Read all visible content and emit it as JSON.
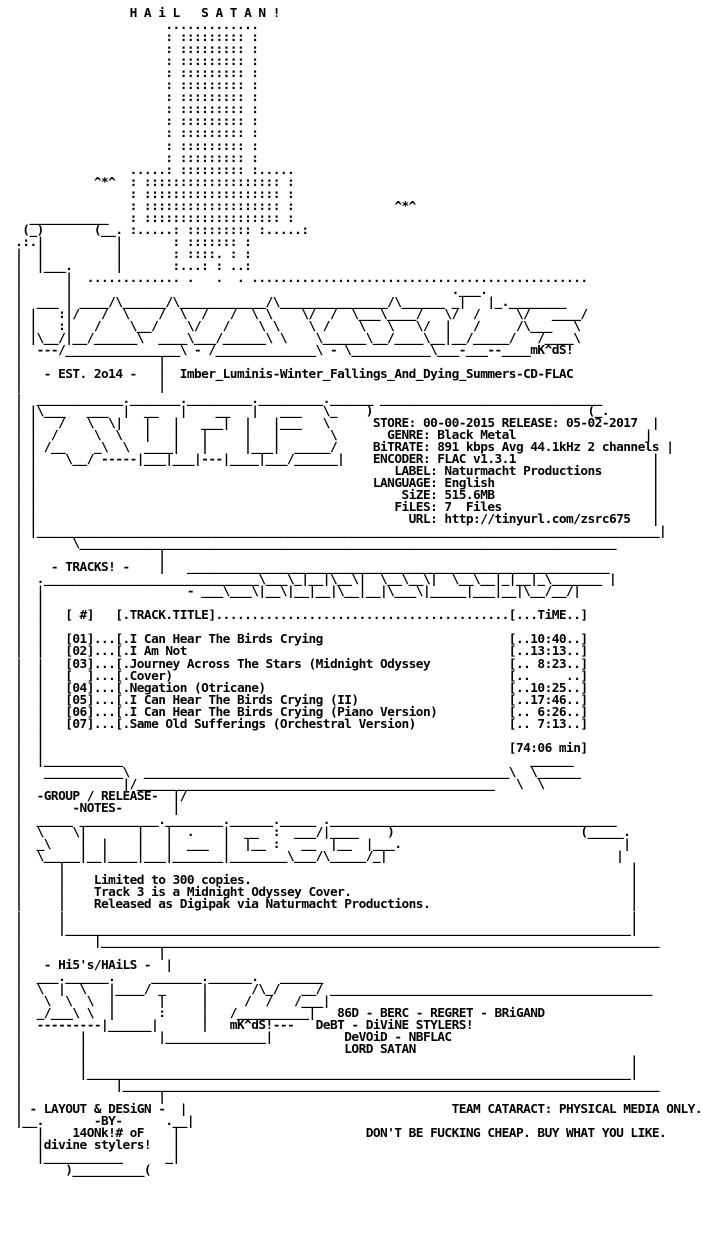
{
  "nfo": {
    "lines": [
      "                 H A i L   S A T A N !",
      "                      .............",
      "                      : ::::::::: :",
      "                      : ::::::::: :",
      "                      : ::::::::: :",
      "                      : ::::::::: :",
      "                      : ::::::::: :",
      "                      : ::::::::: :",
      "                      : ::::::::: :",
      "                      : ::::::::: :",
      "                      : ::::::::: :",
      "                      : ::::::::: :",
      "                      : ::::::::: :",
      "                 .....: ::::::::: :.....",
      "            ^*^  : ::::::::::::::::::: :",
      "                 : ::::::::::::::::::: :",
      "                 : ::::::::::::::::::: :              ^*^",
      "   ___________   : ::::::::::::::::::: :",
      "  (_)       (__. :.....: ::::::::: :.....:",
      " .:.|          |       : ::::::: :",
      " |  |          |       : ::::. : :",
      " |  |___.      |       :...: : ..:",
      " |      |  ............. .   .  . ...............................................",
      " |      |                                                     .___.",
      " |  ___ | ____/\\______/\\____________/\\_______________/\\______ _|   |_.________",
      " | |   :|/   /  \\    /  \\  /   /  \\ \\    \\/  /  \\___\\____/   \\/  /     \\/   ____/",
      " | |   :|   /    \\__/    \\/   /    \\ \\    \\ /    \\   \\   \\/  |   /     /\\___   \\",
      " | |\\__/|__/______\\  ____\\___/______\\ \\    \\______\\__/____\\__|__/_____/   /____\\",
      " |  ---/________________\\ - /______________\\ - \\___________\\___-___--____mK^dS!",
      " |                   |",
      " |   - EST. 2o14 -   |  Imber_Luminis-Winter_Fallings_And_Dying_Summers-CD-FLAC",
      " |                   |",
      " |  ____________._______._________._________.______ _______________________________",
      " | |\\___   ___  |  __   |    __   |   ___   \\_    )                              (_.",
      " | |   /   \\  \\|   |   |   ___|  |   |___   \\      STORE: 00-00-2015 RELEASE: 05-02-2017  |",
      " | |  /     \\  \\   |   |   |     |   |       \\       GENRE: Black Metal                  |",
      " | | /__    _\\  \\  ____|   |     |___|  _____/     BiTRATE: 891 kbps Avg 44.1kHz 2 channels |",
      " | |    \\__/ -----|___|___|---|____|___/______|    ENCODER: FLAC v1.3.1                   |",
      " | |                                                  LABEL: Naturmacht Productions       |",
      " | |                                               LANGUAGE: English                      |",
      " | |                                                   SiZE: 515.6MB                      |",
      " | |                                                  FiLES: 7  Files                     |",
      " | |                                                    URL: http://tinyurl.com/zsrc675   |",
      " | |_______________________________________________________________________________________|",
      " |       \\___________________________________________________________________________",
      " |                   |",
      " |    - TRACKS! -    |   ___________________________________________________________",
      " |  .______________________________\\___\\_|__|\\__\\|  \\__\\__\\|  \\__\\__|_|__|_\\_______ |",
      " |  |                    - ___\\___\\|__\\|__|__|\\__|__|\\___\\|_____|___|__|\\__/__/|",
      " |  |",
      " |  |   [ #]   [.TRACK.TITLE].........................................[...TiME..]",
      " |  |",
      " |  |   [01]...[.I Can Hear The Birds Crying                          [..10:40..]",
      " |  |   [02]...[.I Am Not                                             [..13:13..]",
      " |  |   [03]...[.Journey Across The Stars (Midnight Odyssey           [.. 8:23..]",
      " |  |   [  ]...[.Cover)                                               [..     ..]",
      " |  |   [04]...[.Negation (Otricane)                                  [..10:25..]",
      " |  |   [05]...[.I Can Hear The Birds Crying (II)                     [..17:46..]",
      " |  |   [06]...[.I Can Hear The Birds Crying (Piano Version)          [.. 6:26..]",
      " |  |   [07]...[.Same Old Sufferings (Orchestral Version)             [.. 7:13..]",
      " |  |",
      " |  |                                                                 [74:06 min]",
      " |  |___________                                                         ______",
      " |   ___________\\  ___________________________________________________\\  \\______",
      " |              |/__________________________________________________   \\  \\",
      " |  -GROUP / RELEASE-  |/",
      " |       -NOTES-       |",
      " |  _____ ___________.________.______._____ .________________________________________",
      " |  \\    \\|       |   |  .    |  __  :  ___/|____    )                          (_____.",
      " |  _\\    |  |    |   |  ___  |  |__ :   __  |__  |___.                               |",
      " |  \\_____|__|____|___|_______|________\\___/\\_____/_|                                |",
      " |     |                                                                               |",
      " |     |    Limited to 300 copies.                                                     |",
      " |     |    Track 3 is a Midnight Odyssey Cover.                                       |",
      " |     |    Released as Digipak via Naturmacht Productions.                            |",
      " |     |                                                                               |",
      " |     |_______________________________________________________________________________|",
      " |          |______________________________________________________________________________",
      " |                   |",
      " |   - Hi5's/HAiLS -  |",
      " |  ___.______.     _______.______.   ______",
      " |  \\  |  \\   |____/ _     |      /\\_/   __/ _____________________________________________",
      " |   \\  \\  \\  |      |     |     /  /   /___|",
      " |  _/___\\ \\  |      :     |   /__________|   86D - BERC - REGRET - BRiGAND",
      " |  ---------|______|      |   mK^dS!---   DeBT - DiViNE STYLERS!",
      " |        |          |______________|          DeVOiD - NBFLAC",
      " |        |                                    LORD SATAN",
      " |        |                                                                            |",
      " |        |____________________________________________________________________________|",
      " |             |___________________________________________________________________________",
      " |                   |",
      " | - LAYOUT & DESiGN -  |                                     TEAM CATARACT: PHYSICAL MEDIA ONLY.",
      " |__.       -BY-      .__|",
      "    |    14ONk!# oF    |                          DON'T BE FUCKING CHEAP. BUY WHAT YOU LIKE.",
      "    |divine stylers!   |",
      "    |___________      _|",
      "        )__________("
    ]
  },
  "release": {
    "title": "Imber_Luminis-Winter_Fallings_And_Dying_Summers-CD-FLAC",
    "store": "00-00-2015",
    "release_date": "05-02-2017",
    "genre": "Black Metal",
    "bitrate": "891 kbps Avg 44.1kHz 2 channels",
    "encoder": "FLAC v1.3.1",
    "label": "Naturmacht Productions",
    "language": "English",
    "size": "515.6MB",
    "files": "7  Files",
    "url": "http://tinyurl.com/zsrc675",
    "total_time": "74:06 min"
  },
  "tracks": [
    {
      "num": "01",
      "title": "I Can Hear The Birds Crying",
      "time": "10:40"
    },
    {
      "num": "02",
      "title": "I Am Not",
      "time": "13:13"
    },
    {
      "num": "03",
      "title": "Journey Across The Stars (Midnight Odyssey Cover)",
      "time": "8:23"
    },
    {
      "num": "04",
      "title": "Negation (Otricane)",
      "time": "10:25"
    },
    {
      "num": "05",
      "title": "I Can Hear The Birds Crying (II)",
      "time": "17:46"
    },
    {
      "num": "06",
      "title": "I Can Hear The Birds Crying (Piano Version)",
      "time": "6:26"
    },
    {
      "num": "07",
      "title": "Same Old Sufferings (Orchestral Version)",
      "time": "7:13"
    }
  ],
  "notes": [
    "Limited to 300 copies.",
    "Track 3 is a Midnight Odyssey Cover.",
    "Released as Digipak via Naturmacht Productions."
  ],
  "hails": [
    "86D - BERC - REGRET - BRiGAND",
    "DeBT - DiViNE STYLERS!",
    "DeVOiD - NBFLAC",
    "LORD SATAN"
  ],
  "footer": {
    "slogan_1": "TEAM CATARACT: PHYSICAL MEDIA ONLY.",
    "slogan_2": "DON'T BE FUCKING CHEAP. BUY WHAT YOU LIKE.",
    "credits": "14ONk!# oF divine stylers!",
    "est": "EST. 2o14",
    "signature": "mK^dS!"
  }
}
